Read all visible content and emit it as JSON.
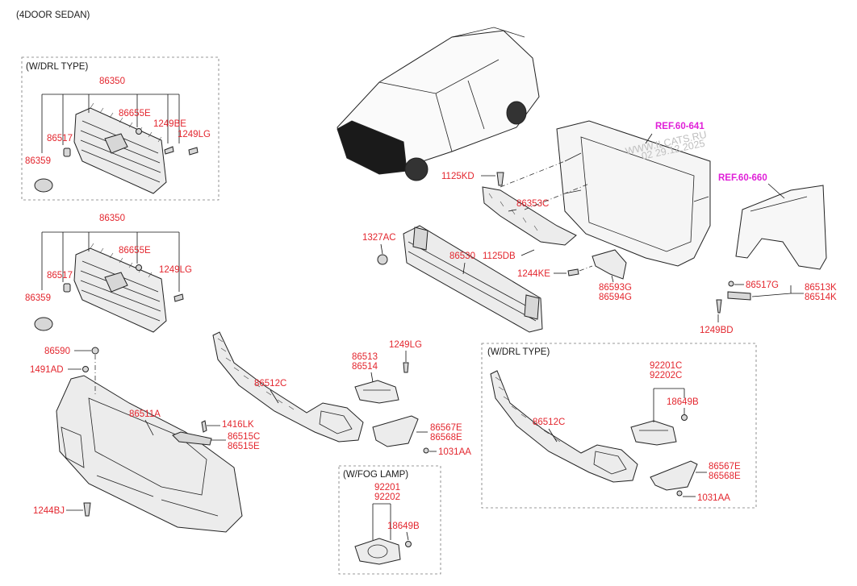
{
  "header": {
    "variant": "(4DOOR SEDAN)"
  },
  "boxes": {
    "drl_top": "(W/DRL TYPE)",
    "drl_right": "(W/DRL TYPE)",
    "fog": "(W/FOG LAMP)"
  },
  "refs": {
    "radiator": "REF.60-641",
    "fender": "REF.60-660"
  },
  "watermark": {
    "site": "WWW.ILCATS.RU",
    "date": "02 29.12.2025"
  },
  "parts": {
    "p86350a": "86350",
    "p86655Ea": "86655E",
    "p1249BE": "1249BE",
    "p1249LGa": "1249LG",
    "p86517a": "86517",
    "p86359a": "86359",
    "p86350b": "86350",
    "p86655Eb": "86655E",
    "p1249LGb": "1249LG",
    "p86517b": "86517",
    "p86359b": "86359",
    "p86590": "86590",
    "p1491AD": "1491AD",
    "p86511A": "86511A",
    "p1416LK": "1416LK",
    "p86515C": "86515C",
    "p86515E": "86515E",
    "p1244BJ": "1244BJ",
    "p86512Ca": "86512C",
    "p86513a": "86513",
    "p86514a": "86514",
    "p1249LGc": "1249LG",
    "p86567Ea": "86567E",
    "p86568Ea": "86568E",
    "p1031AAa": "1031AA",
    "p92201": "92201",
    "p92202": "92202",
    "p18649Ba": "18649B",
    "p1125KD": "1125KD",
    "p86353C": "86353C",
    "p1327AC": "1327AC",
    "p86530": "86530",
    "p1125DB": "1125DB",
    "p1244KE": "1244KE",
    "p86593G": "86593G",
    "p86594G": "86594G",
    "p86517G": "86517G",
    "p86513K": "86513K",
    "p86514K": "86514K",
    "p1249BD": "1249BD",
    "p92201C": "92201C",
    "p92202C": "92202C",
    "p18649Bb": "18649B",
    "p86512Cb": "86512C",
    "p86567Eb": "86567E",
    "p86568Eb": "86568E",
    "p1031AAb": "1031AA"
  }
}
